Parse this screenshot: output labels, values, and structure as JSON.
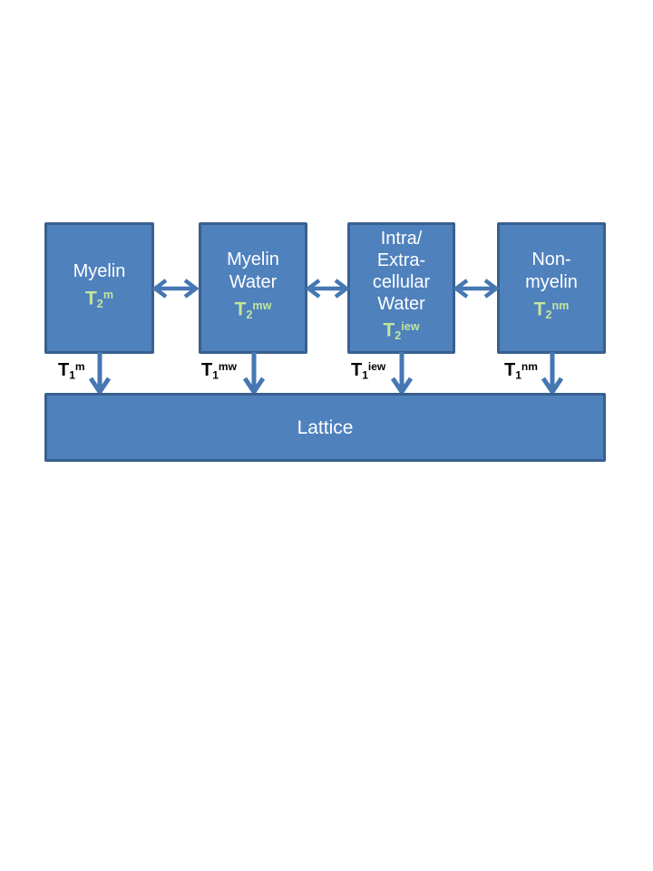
{
  "diagram": {
    "colors": {
      "box_fill": "#4f81bd",
      "box_border": "#38608f",
      "arrow": "#4577b2",
      "t2_text": "#c3e69c",
      "box_text": "#ffffff",
      "t1_text": "#000000",
      "background": "#ffffff"
    },
    "boxes": [
      {
        "name": "myelin",
        "lines": [
          "Myelin"
        ],
        "t2": {
          "base": "T",
          "sub": "2",
          "sup": "m"
        }
      },
      {
        "name": "myelin-water",
        "lines": [
          "Myelin",
          "Water"
        ],
        "t2": {
          "base": "T",
          "sub": "2",
          "sup": "mw"
        }
      },
      {
        "name": "intra-extra-cellular-water",
        "lines": [
          "Intra/",
          "Extra-",
          "cellular",
          "Water"
        ],
        "t2": {
          "base": "T",
          "sub": "2",
          "sup": "iew"
        }
      },
      {
        "name": "non-myelin",
        "lines": [
          "Non-",
          "myelin"
        ],
        "t2": {
          "base": "T",
          "sub": "2",
          "sup": "nm"
        }
      }
    ],
    "t1_labels": [
      {
        "base": "T",
        "sub": "1",
        "sup": "m"
      },
      {
        "base": "T",
        "sub": "1",
        "sup": "mw"
      },
      {
        "base": "T",
        "sub": "1",
        "sup": "iew"
      },
      {
        "base": "T",
        "sub": "1",
        "sup": "nm"
      }
    ],
    "lattice": {
      "label": "Lattice"
    }
  }
}
